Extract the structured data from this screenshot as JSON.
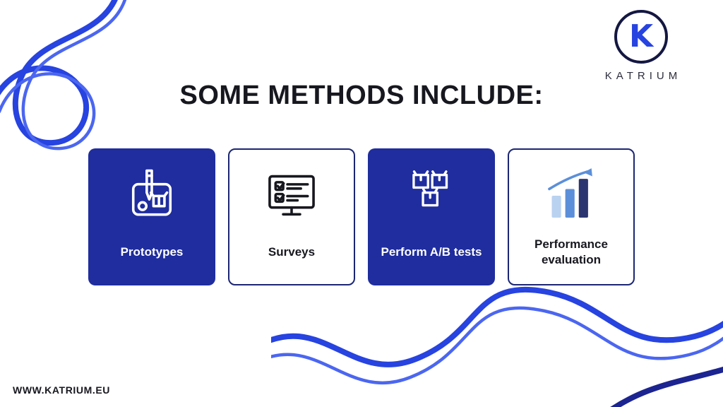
{
  "slide": {
    "title": "SOME METHODS INCLUDE:",
    "footer": "WWW.KATRIUM.EU"
  },
  "logo": {
    "letter": "K",
    "name": "KATRIUM"
  },
  "cards": [
    {
      "label": "Prototypes",
      "variant": "blue",
      "icon": "blueprint-pencil-icon"
    },
    {
      "label": "Surveys",
      "variant": "white",
      "icon": "monitor-checklist-icon"
    },
    {
      "label": "Perform A/B tests",
      "variant": "blue",
      "icon": "shipping-boxes-icon"
    },
    {
      "label": "Performance evaluation",
      "variant": "white",
      "icon": "bar-chart-growth-icon"
    }
  ],
  "colors": {
    "card_blue": "#1f2d9e",
    "outline_navy": "#1c2674",
    "accent_blue": "#2743e0",
    "ribbon_light": "#4b66f0",
    "ribbon_dark": "#1b2490",
    "dark_text": "#17171f",
    "bar_light": "#b9d2f0",
    "bar_mid": "#5b8fd9",
    "bar_dark": "#2b3570"
  }
}
